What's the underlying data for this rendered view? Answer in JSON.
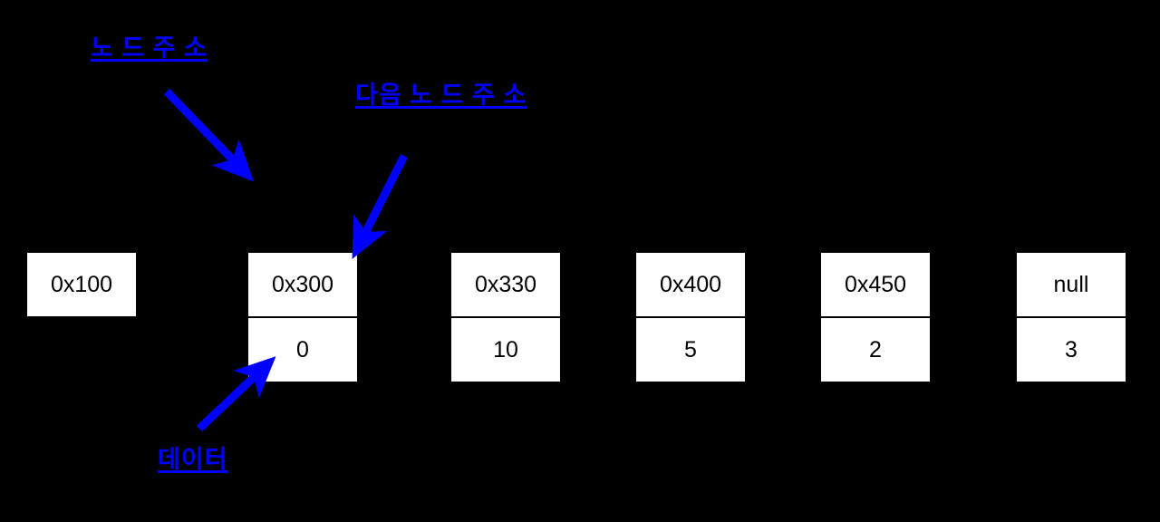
{
  "diagram": {
    "title_text": "",
    "background_color": "#000000",
    "cell_fill_color": "#ffffff",
    "cell_text_color": "#000000",
    "annotation_color": "#0000ff",
    "annotations": [
      {
        "id": "node-address",
        "text": "노 드  주 소",
        "segments": [
          "노",
          " ",
          "드",
          "  ",
          "주",
          " ",
          "소"
        ]
      },
      {
        "id": "next-node-address",
        "text": "다음 노 드  주 소",
        "segments": [
          "다음",
          " ",
          "노",
          " ",
          "드",
          "  ",
          "주",
          " ",
          "소"
        ]
      },
      {
        "id": "data",
        "text": "데이터",
        "segments": [
          "데이터"
        ]
      }
    ],
    "nodes": [
      {
        "address": "0x100",
        "value": null
      },
      {
        "address": "0x300",
        "value": "0"
      },
      {
        "address": "0x330",
        "value": "10"
      },
      {
        "address": "0x400",
        "value": "5"
      },
      {
        "address": "0x450",
        "value": "2"
      },
      {
        "address": "null",
        "value": "3"
      }
    ]
  }
}
